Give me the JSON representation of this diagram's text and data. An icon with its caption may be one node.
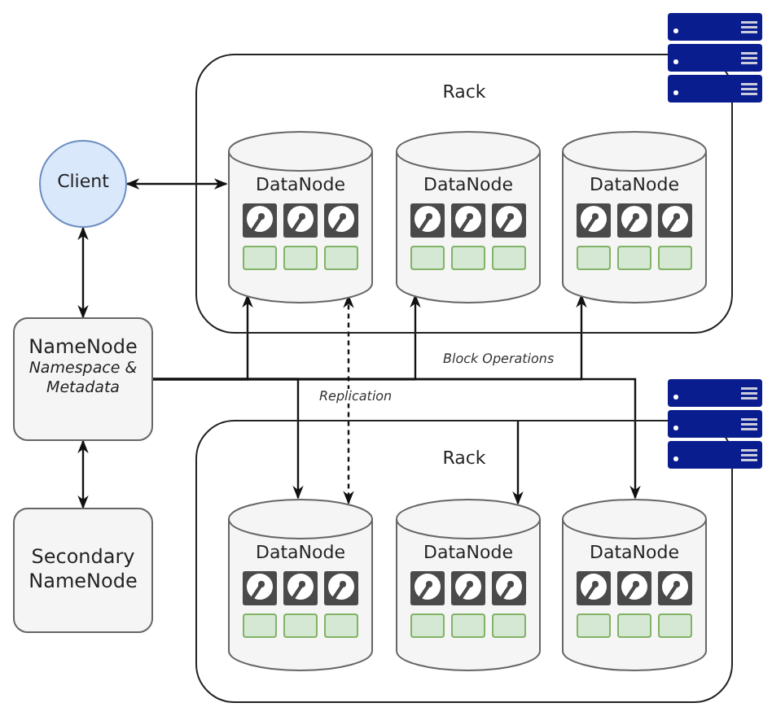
{
  "diagram": {
    "nodes": [
      {
        "text": [
          "Client"
        ]
      },
      {
        "text": [
          "NameNode",
          "Namespace & Metadata"
        ]
      },
      {
        "text": [
          "Secondary NameNode"
        ]
      },
      {
        "text": [
          "Rack"
        ]
      },
      {
        "text": [
          "DataNode"
        ],
        "in": 3
      },
      {
        "text": [
          "DataNode"
        ],
        "in": 3
      },
      {
        "text": [
          "DataNode"
        ],
        "in": 3
      },
      {
        "text": [
          "Rack"
        ]
      },
      {
        "text": [
          "DataNode"
        ],
        "in": 7
      },
      {
        "text": [
          "DataNode"
        ],
        "in": 7
      },
      {
        "text": [
          "DataNode"
        ],
        "in": 7
      }
    ],
    "edges": [
      {
        "from": 0,
        "to": 4,
        "arrow": "both"
      },
      {
        "from": 0,
        "to": 1,
        "arrow": "both"
      },
      {
        "from": 1,
        "to": 2,
        "arrow": "both"
      },
      {
        "from": 1,
        "to": 4,
        "arrow": "to"
      },
      {
        "from": 1,
        "to": 5,
        "arrow": "to"
      },
      {
        "from": 1,
        "to": 6,
        "arrow": "to",
        "label": "Block Operations"
      },
      {
        "from": 1,
        "to": 8,
        "arrow": "to"
      },
      {
        "from": 1,
        "to": 10,
        "arrow": "to"
      },
      {
        "from": null,
        "to": 9,
        "arrow": "to"
      },
      {
        "from": 4,
        "to": 8,
        "arrow": "both",
        "style": "dashed",
        "label": "Replication"
      }
    ]
  }
}
